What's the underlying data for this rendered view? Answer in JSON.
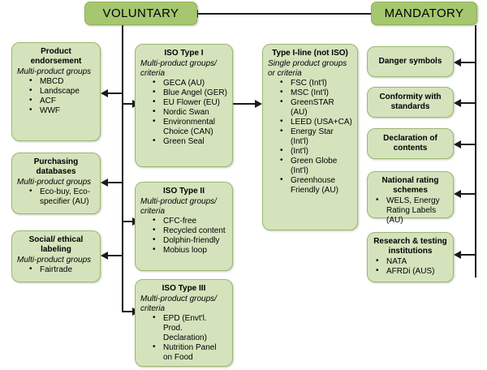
{
  "diagram": {
    "headers": {
      "voluntary": "VOLUNTARY",
      "mandatory": "MANDATORY"
    },
    "colors": {
      "header_fill": "#a6c76f",
      "box_fill": "#d5e3bd",
      "box_border": "#9bb872",
      "connector": "#1a1a1a",
      "background": "#ffffff"
    },
    "left_column": [
      {
        "title": "Product endorsement",
        "subtitle": "Multi-product groups",
        "items": [
          "MBCD",
          "Landscape",
          "ACF",
          "WWF"
        ]
      },
      {
        "title": "Purchasing databases",
        "subtitle": "Multi-product groups",
        "items": [
          "Eco-buy, Eco-specifier (AU)"
        ]
      },
      {
        "title": "Social/ ethical labeling",
        "subtitle": "Multi-product groups",
        "items": [
          "Fairtrade"
        ]
      }
    ],
    "middle_column": [
      {
        "title": "ISO Type I",
        "subtitle": "Multi-product groups/ criteria",
        "items": [
          "GECA (AU)",
          "Blue Angel (GER)",
          "EU Flower (EU)",
          "Nordic Swan",
          "Environmental Choice (CAN)",
          "Green Seal"
        ]
      },
      {
        "title": "ISO Type II",
        "subtitle": "Multi-product groups/ criteria",
        "items": [
          "CFC-free",
          "Recycled content",
          "Dolphin-friendly",
          "Mobius loop"
        ]
      },
      {
        "title": "ISO Type III",
        "subtitle": "Multi-product groups/ criteria",
        "items": [
          "EPD (Envt'l. Prod. Declaration)",
          "Nutrition Panel on Food"
        ]
      }
    ],
    "center_column": [
      {
        "title": "Type I-line (not ISO)",
        "subtitle": "Single product groups or criteria",
        "items": [
          "FSC (Int'l)",
          "MSC (Int'l)",
          "GreenSTAR (AU)",
          "LEED (USA+CA)",
          "Energy Star (Int'l)",
          "(Int'l)",
          "Green Globe (Int'l)",
          "Greenhouse Friendly (AU)"
        ]
      }
    ],
    "right_column": [
      {
        "title": "Danger symbols",
        "subtitle": "",
        "items": []
      },
      {
        "title": "Conformity with standards",
        "subtitle": "",
        "items": []
      },
      {
        "title": "Declaration of contents",
        "subtitle": "",
        "items": []
      },
      {
        "title": "National rating schemes",
        "subtitle": "",
        "items": [
          "WELS, Energy Rating Labels (AU)"
        ]
      },
      {
        "title": "Research & testing institutions",
        "subtitle": "",
        "items": [
          "NATA",
          "AFRDi (AUS)"
        ]
      }
    ]
  }
}
